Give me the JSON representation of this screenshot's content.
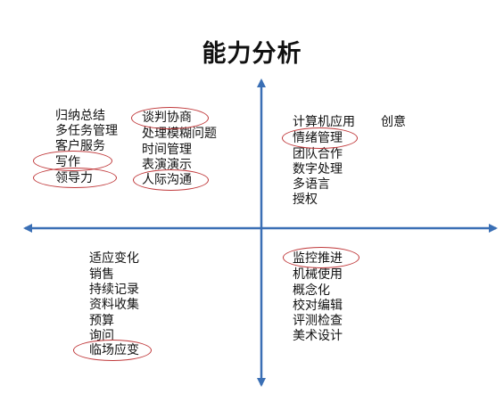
{
  "title": "能力分析",
  "axis_color": "#3a6fb5",
  "highlight_color": "#c0393b",
  "quadrants": {
    "top_left": {
      "col1": [
        "归纳总结",
        "多任务管理",
        "客户服务",
        "写作",
        "领导力"
      ],
      "col2": [
        "谈判协商",
        "处理模糊问题",
        "时间管理",
        "表演演示",
        "人际沟通"
      ]
    },
    "top_right": {
      "col1": [
        "计算机应用",
        "情绪管理",
        "团队合作",
        "数字处理",
        "多语言",
        "授权"
      ],
      "extra": "创意"
    },
    "bottom_left": {
      "col1": [
        "适应变化",
        "销售",
        "持续记录",
        "资料收集",
        "预算",
        "询问",
        "临场应变"
      ]
    },
    "bottom_right": {
      "col1": [
        "监控推进",
        "机械使用",
        "概念化",
        "校对编辑",
        "评测检查",
        "美术设计"
      ]
    }
  },
  "circled": [
    "谈判协商",
    "写作",
    "领导力",
    "人际沟通",
    "情绪管理",
    "监控推进",
    "临场应变"
  ]
}
